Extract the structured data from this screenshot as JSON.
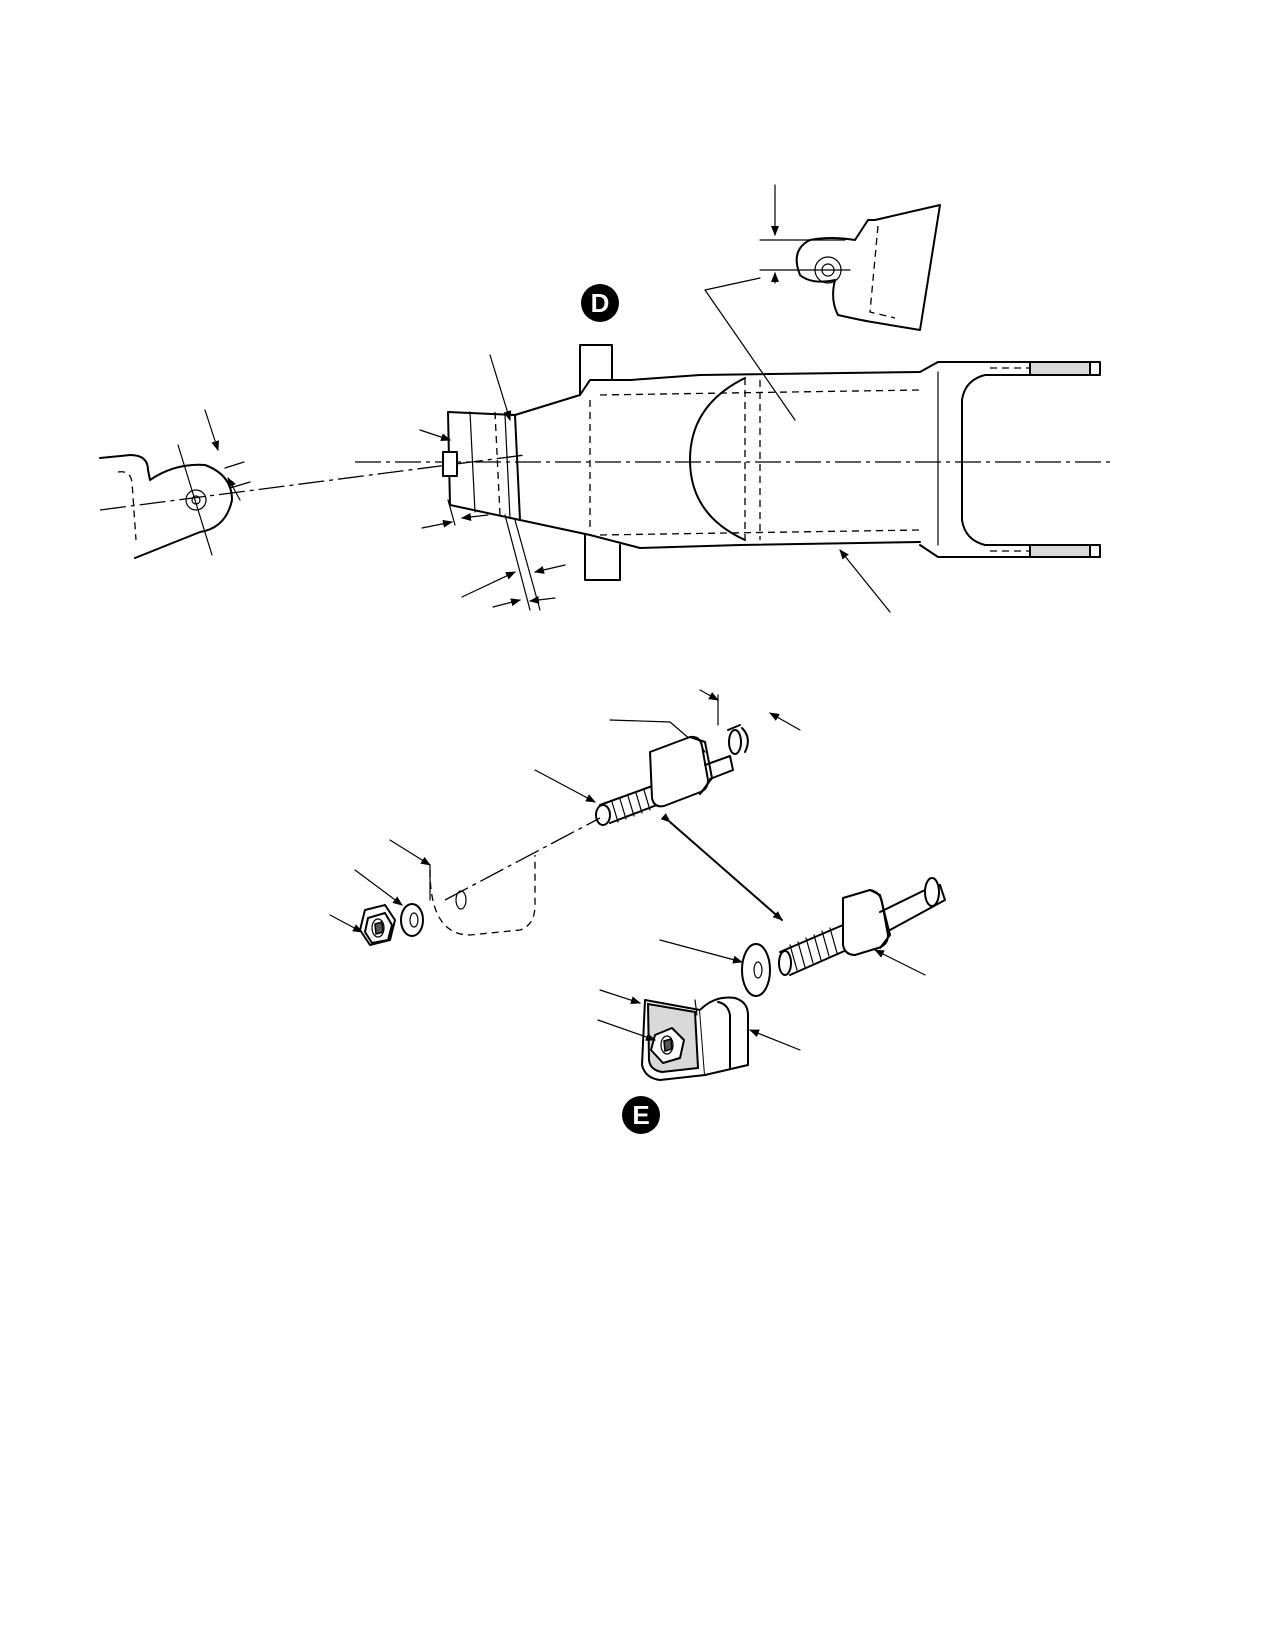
{
  "diagram": {
    "callouts": [
      {
        "id": "D",
        "label": "D"
      },
      {
        "id": "E",
        "label": "E"
      }
    ]
  }
}
